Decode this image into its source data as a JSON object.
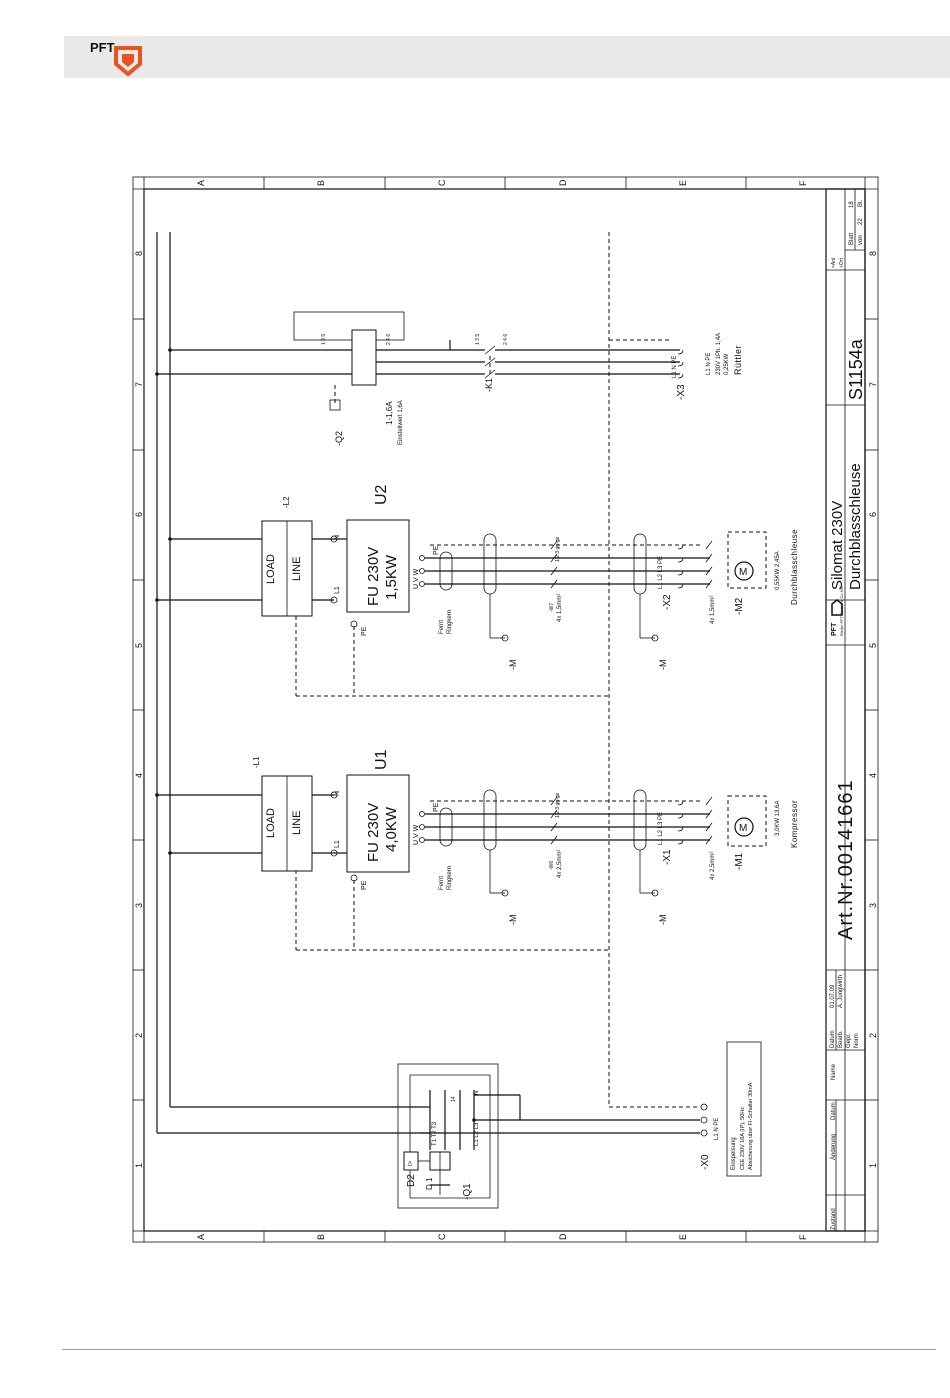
{
  "header": {
    "logo_text": "PFT",
    "accent_color": "#e8541d",
    "bar_color": "#e9e9e9"
  },
  "grid": {
    "rows": [
      "A",
      "B",
      "C",
      "D",
      "E",
      "F"
    ],
    "cols": [
      "1",
      "2",
      "3",
      "4",
      "5",
      "6",
      "7",
      "8"
    ]
  },
  "title_block": {
    "art_nr": "Art.Nr.00141661",
    "title_line1": "Silomat 230V",
    "title_line2": "Durchblasschleuse",
    "drawing_no": "S1154a",
    "company_logo": "PFT",
    "company_small": "Riedel PFT GmbH & Co.KG",
    "datum_label": "Datum",
    "datum_value": "01.07.09",
    "bearb_label": "Bearb.",
    "bearb_value": "A. Jungwirth",
    "gepr_label": "Gepr.",
    "norm_label": "Norm",
    "zustand_label": "Zustand",
    "aenderung_label": "Änderung",
    "datum2_label": "Datum",
    "name_label": "Name",
    "blatt_label": "Blatt",
    "blatt_value": "18",
    "von_label": "von",
    "von_value": "22",
    "bl_label": "Bl.",
    "anl_label": "=Anl.",
    "ort_label": "+Ort"
  },
  "supply": {
    "x0_label": "-X0",
    "x0_terminals": "L1  N  PE",
    "q1_label": "-Q1",
    "d2_label": "D2",
    "d1_label": "D 1",
    "ir_label": "I>",
    "einspeisung_line1": "Einspeisung",
    "einspeisung_line2": "CEE 230V 16A (IP), 50Hz",
    "einspeisung_line3": "Absicherung über FI-Schalter 30mA",
    "q1_terminals_top": "T1  T2  T3",
    "q1_terminals_bot": "L1  L2  L3",
    "q1_n": "N",
    "q1_14": "14"
  },
  "unit_u1": {
    "filter_label": "-L1",
    "load": "LOAD",
    "line": "LINE",
    "fu_line1": "FU 230V",
    "fu_line2": "4,0KW",
    "unit_id": "U1",
    "pe": "PE",
    "uvw": "U  V  W",
    "l1": "L1",
    "n": "N",
    "ferrit_1": "Ferrit",
    "ferrit_2": "Ringkern",
    "cable": "4x 2,5mm²",
    "cable_id": "-W6",
    "terminal_id": "-X1",
    "terminals": "L1  L2  L3  PE",
    "motor_id": "-M1",
    "motor_power": "3,0KW 13,6A",
    "motor_name": "Kompressor",
    "m_label": "-M",
    "m_label2": "-M",
    "colors": "1  2  3  gn-ge"
  },
  "unit_u2": {
    "filter_label": "-L2",
    "load": "LOAD",
    "line": "LINE",
    "fu_line1": "FU 230V",
    "fu_line2": "1,5KW",
    "unit_id": "U2",
    "pe": "PE",
    "uvw": "U  V  W",
    "l1": "L1",
    "n": "N",
    "ferrit_1": "Ferrit",
    "ferrit_2": "Ringkern",
    "cable": "4x 1,5mm²",
    "cable_id": "-W7",
    "terminal_id": "-X2",
    "terminals": "L1  L2  L3  PE",
    "motor_id": "-M2",
    "motor_power": "0,55KW 2,45A",
    "motor_name": "Durchblasschleuse",
    "m_label": "-M",
    "m_label2": "-M",
    "colors": "1  2  3  gn-ge"
  },
  "ruettler": {
    "q2_label": "-Q2",
    "q2_range": "1-1,6A",
    "q2_setting": "Einstellwert 1,6A",
    "k1_label": "-K1",
    "x3_label": "-X3",
    "x3_terminals": "L1  N  PE",
    "motor_spec1": "230V 1Ph. 1,4A",
    "motor_spec2": "0,25KW",
    "motor_name": "Rüttler",
    "contacts_top": "1  3  5",
    "contacts_bot": "2  4  6"
  }
}
